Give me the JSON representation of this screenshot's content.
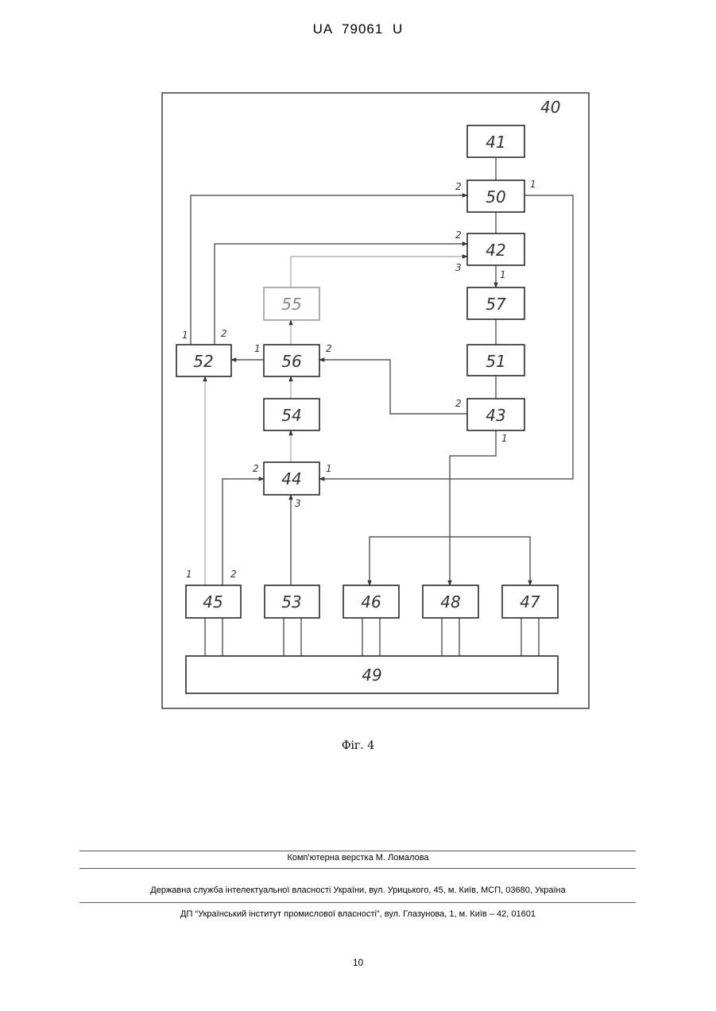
{
  "header": {
    "patent_id": "UA   79061   U"
  },
  "figure": {
    "outer_label": "40",
    "blocks": {
      "b41": "41",
      "b50": "50",
      "b42": "42",
      "b55": "55",
      "b57": "57",
      "b52": "52",
      "b56": "56",
      "b51": "51",
      "b54": "54",
      "b43": "43",
      "b44": "44",
      "b45": "45",
      "b53": "53",
      "b46": "46",
      "b48": "48",
      "b47": "47",
      "b49": "49"
    },
    "ports": {
      "p50_in2": "2",
      "p50_in1": "1",
      "p42_in2": "2",
      "p42_in3": "3",
      "p42_in1": "1",
      "p52_out1": "1",
      "p52_out2": "2",
      "p56_in1": "1",
      "p56_in2": "2",
      "p43_in2": "2",
      "p43_in1": "1",
      "p44_in2": "2",
      "p44_in1": "1",
      "p44_in3": "3",
      "p45_out1": "1",
      "p45_out2": "2"
    },
    "caption": "Фіг. 4"
  },
  "footer": {
    "layout_credit": "Комп'ютерна верстка М. Ломалова",
    "agency": "Державна служба інтелектуальної власності України, вул. Урицького, 45, м. Київ, МСП, 03680, Україна",
    "institute": "ДП “Український інститут промислової власності”, вул. Глазунова, 1, м. Київ – 42, 01601"
  },
  "page_number": "10"
}
